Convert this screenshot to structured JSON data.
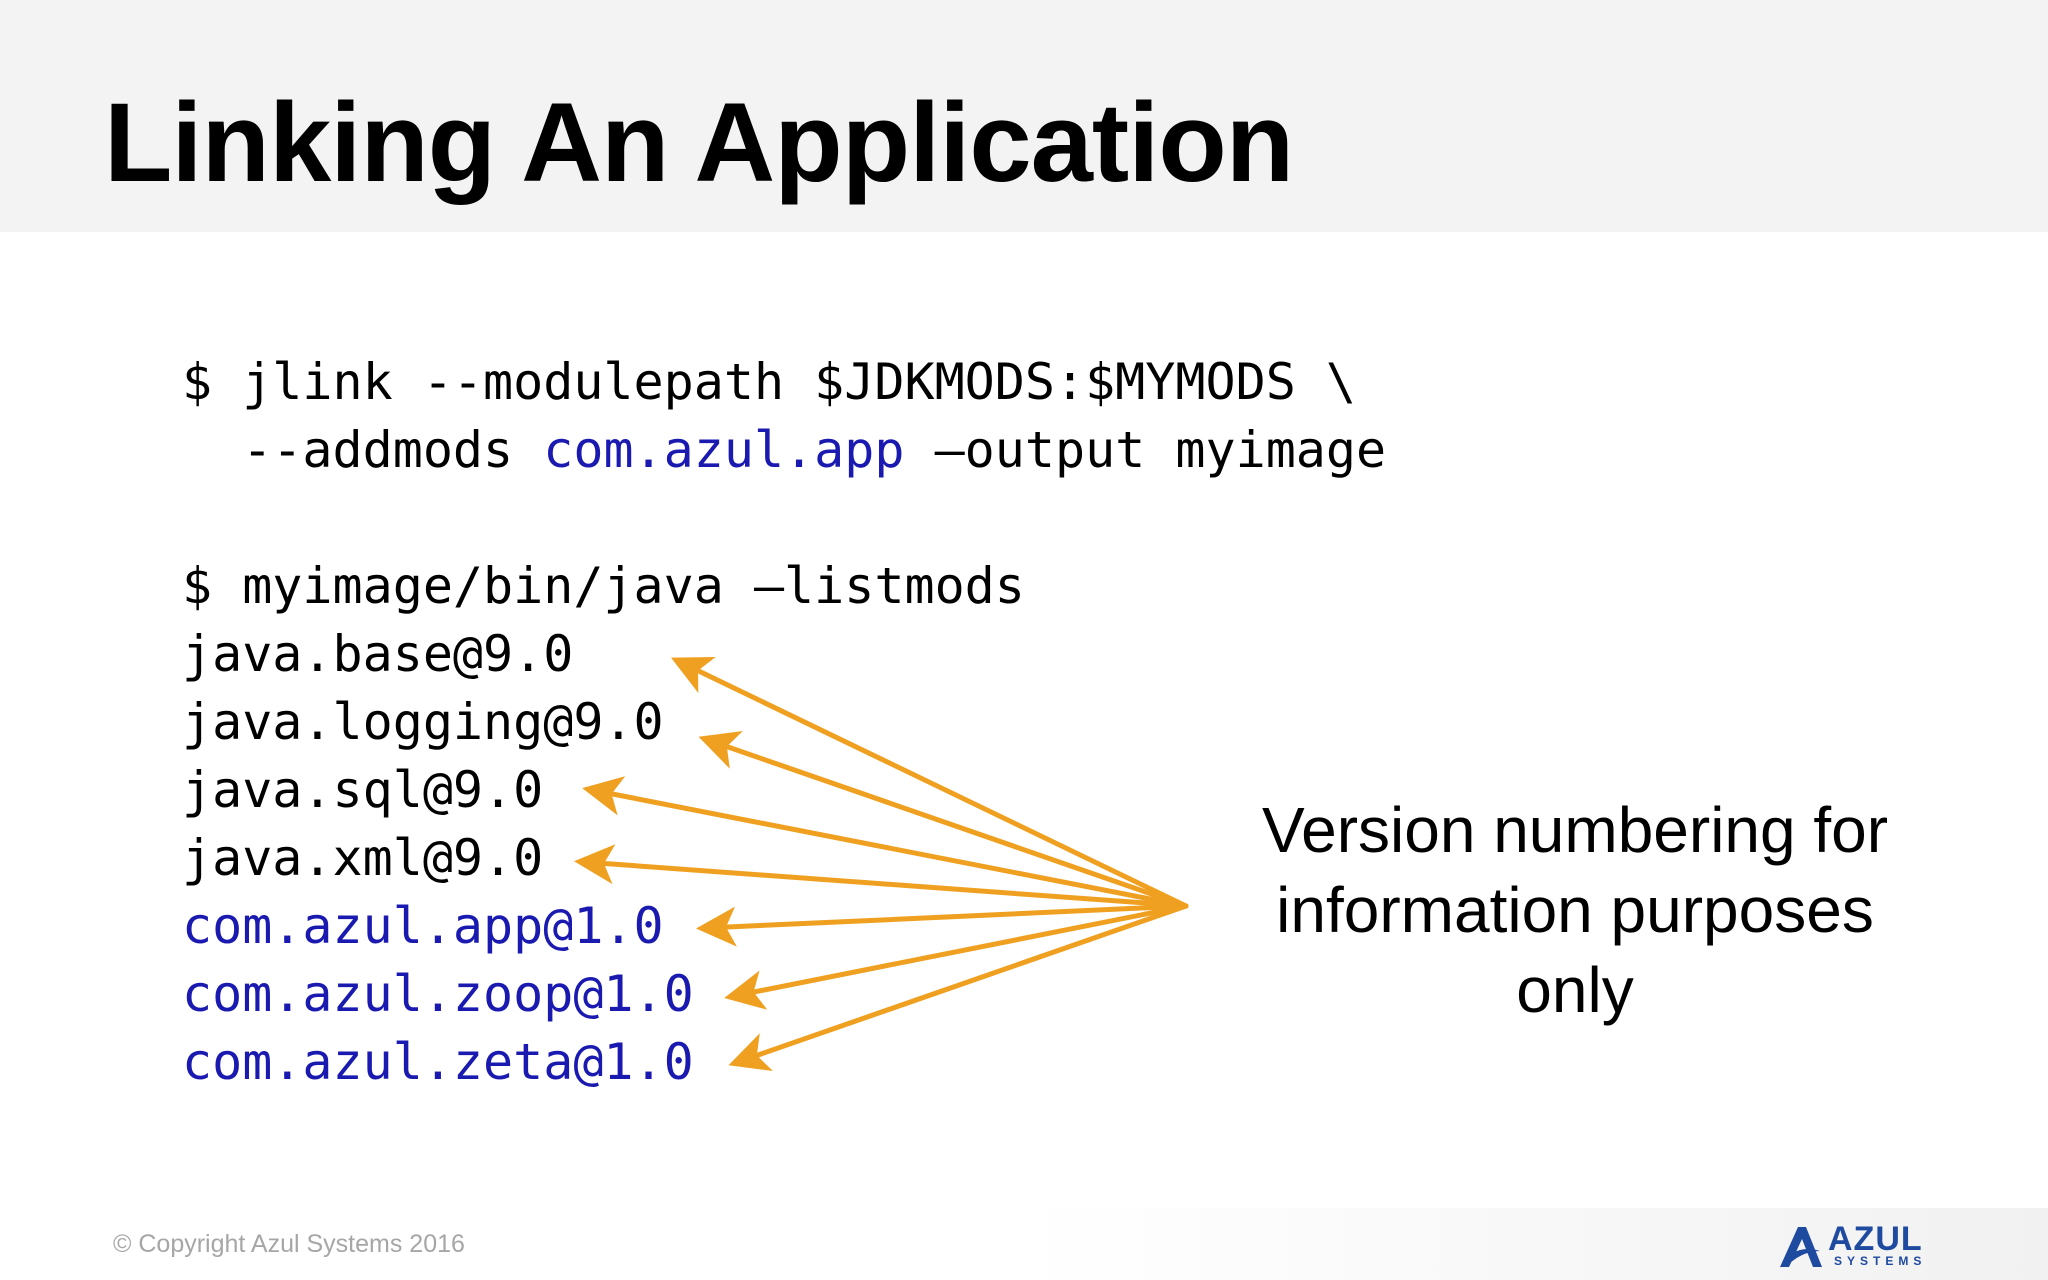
{
  "slide": {
    "title": "Linking An Application",
    "commands": {
      "jlink_line1": "$ jlink --modulepath $JDKMODS:$MYMODS \\",
      "jlink_line2_prefix": "  --addmods ",
      "jlink_line2_module": "com.azul.app",
      "jlink_line2_suffix": " –output myimage",
      "listmods": "$ myimage/bin/java –listmods"
    },
    "modules": [
      {
        "name": "java.base@9.0",
        "highlight": false
      },
      {
        "name": "java.logging@9.0",
        "highlight": false
      },
      {
        "name": "java.sql@9.0",
        "highlight": false
      },
      {
        "name": "java.xml@9.0",
        "highlight": false
      },
      {
        "name": "com.azul.app@1.0",
        "highlight": true
      },
      {
        "name": "com.azul.zoop@1.0",
        "highlight": true
      },
      {
        "name": "com.azul.zeta@1.0",
        "highlight": true
      }
    ],
    "note_lines": [
      "Version numbering for",
      "information purposes",
      "only"
    ],
    "copyright": "© Copyright Azul Systems 2016",
    "logo": {
      "word": "AZUL",
      "sub": "SYSTEMS",
      "mark_icon": "azul-logo-mark-icon"
    },
    "colors": {
      "highlight": "#1a1ab0",
      "arrow": "#f0a020",
      "title_band": "#f3f3f3"
    }
  }
}
